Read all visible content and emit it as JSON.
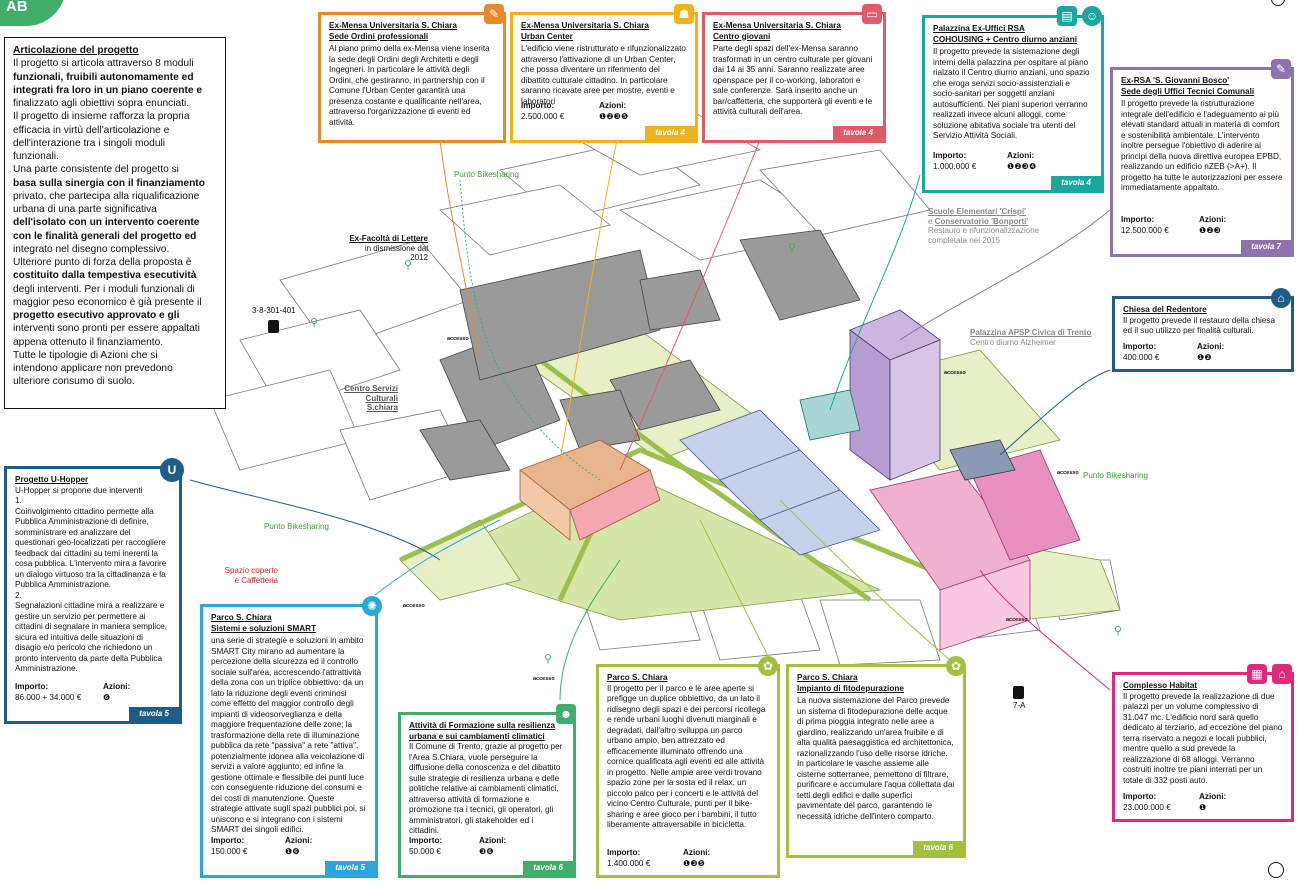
{
  "corner_tag": "AB",
  "intro": {
    "title": "Articolazione del progetto",
    "lines": [
      "Il progetto si articola attraverso 8 moduli",
      "funzionali, fruibili autonomamente ed",
      "integrati fra loro in un piano coerente e",
      "finalizzato agli obiettivi sopra enunciati.",
      "Il progetto di insieme rafforza la propria",
      "efficacia in virtù dell'articolazione e",
      "dell'interazione tra i singoli moduli",
      "funzionali.",
      "Una parte consistente del progetto si",
      "basa sulla sinergia con il finanziamento",
      "privato, che partecipa alla riqualificazione",
      "urbana di una parte significativa",
      "dell'isolato con un intervento coerente",
      "con le finalità generali del progetto ed",
      "integrato nel disegno complessivo.",
      "Ulteriore punto di forza della proposta è",
      "costituito dalla tempestiva esecutività",
      "degli interventi. Per i moduli funzionali di",
      "maggior peso economico è già presente il",
      "progetto esecutivo approvato e gli",
      "interventi sono pronti per essere appaltati",
      "appena ottenuto il finanziamento.",
      "Tutte le tipologie di Azioni che si",
      "intendono applicare non prevedono",
      "ulteriore consumo di suolo."
    ]
  },
  "boxes": {
    "mensa1": {
      "title": "Ex-Mensa Universitaria S. Chiara",
      "subtitle": "Sede Ordini professionali",
      "body": "Al piano primo della ex-Mensa viene inserita la sede degli Ordini degli Architetti e degli Ingegneri. In particolare le attività degli Ordini, che gestiranno, in partnership con il Comune l'Urban Center garantirà una presenza costante e qualificante nell'area, attraverso l'organizzazione di eventi ed attività."
    },
    "mensa2": {
      "title": "Ex-Mensa Universitaria S. Chiara",
      "subtitle": "Urban Center",
      "body": "L'edificio viene ristrutturato e rifunzionalizzato attraverso l'attivazione di un Urban Center, che possa diventare un riferimento del dibattito culturale cittadino. In particolare saranno ricavate aree per mostre, eventi e laboratori",
      "importo_label": "Importo:",
      "importo": "2.500.000 €",
      "azioni_label": "Azioni:",
      "azioni": "❶❷❸❺",
      "tavola": "tavola 4"
    },
    "mensa3": {
      "title": "Ex-Mensa Universitaria S. Chiara",
      "subtitle": "Centro giovani",
      "body": "Parte degli spazi dell'ex-Mensa saranno trasformati in un centro culturale per giovani dai 14 ai 35 anni. Saranno realizzate aree openspace per il co-working, laboratori e sale conferenze. Sarà inserito anche un bar/caffetteria, che supporterà gli eventi e le attività culturali dell'area.",
      "tavola": "tavola 4"
    },
    "rsa": {
      "title": "Palazzina Ex-Uffici RSA",
      "subtitle": "COHOUSING + Centro diurno anziani",
      "body": "Il progetto prevede la sistemazione degli interni della palazzina per ospitare al piano rialzato il Centro diurno anziani, uno spazio che eroga servizi socio-assistenziali e socio-sanitari per soggetti anziani autosufficienti. Nei piani superiori verranno realizzati invece alcuni alloggi, come soluzione abitativa sociale tra utenti del Servizio Attività Sociali.",
      "importo_label": "Importo:",
      "importo": "1.000.000 €",
      "azioni_label": "Azioni:",
      "azioni": "❶❷❸❹",
      "tavola": "tavola 4"
    },
    "bosco": {
      "title": "Ex-RSA 'S. Giovanni Bosco'",
      "subtitle": "Sede degli Uffici Tecnici Comunali",
      "body": "Il progetto prevede la ristrutturazione integrale dell'edificio e l'adeguamento ai più elevati standard attuali in materia di comfort e sostenibilità ambientale. L'intervento inoltre persegue l'obiettivo di aderire ai principi della nuova direttiva europea EPBD, realizzando un edificio nZEB (>A+). Il progetto ha tutte le autorizzazioni per essere immediatamente appaltato.",
      "importo_label": "Importo:",
      "importo": "12.500.000 €",
      "azioni_label": "Azioni:",
      "azioni": "❶❷❸",
      "tavola": "tavola 7"
    },
    "redentore": {
      "title": "Chiesa del Redentore",
      "body": "Il progetto prevede il restauro della chiesa ed il suo utilizzo per finalità culturali.",
      "importo_label": "Importo:",
      "importo": "400.000 €",
      "azioni_label": "Azioni:",
      "azioni": "❶❷"
    },
    "uhopper": {
      "title": "Progetto U-Hopper",
      "body_lines": [
        "U-Hopper si propone due interventi",
        "1.",
        "Coinvolgimento cittadino permette alla Pubblica Amministrazione di definire, somministrare ed analizzare dei questionari geo-localizzati per raccogliere feedback dai cittadini su temi inerenti la cosa pubblica. L'intervento mira a favorire un dialogo virtuoso tra la cittadinanza e la Pubblica Amministrazione.",
        "2.",
        "Segnalazioni cittadine mira a realizzare e gestire un servizio per permettere ai cittadini di segnalare in maniera semplice, sicura ed intuitiva delle situazioni di disagio e/o pericolo che richiedono un pronto intervento da parte della Pubblica Amministrazione."
      ],
      "importo_label": "Importo:",
      "importo": "86.000 + 34.000 €",
      "azioni_label": "Azioni:",
      "azioni": "❻",
      "tavola": "tavola 5"
    },
    "smart": {
      "title": "Parco S. Chiara",
      "subtitle": "Sistemi e soluzioni SMART",
      "body": "una serie di strategie e soluzioni in ambito SMART City mirano ad aumentare la percezione della sicurezza ed il controllo sociale sull'area, accrescendo l'attrattività della zona con un triplice obbiettivo: da un lato la riduzione degli eventi criminosi come effetto del maggior controllo degli impianti di videosorveglianza e della maggiore frequentazione delle zone; la trasformazione della rete di illuminazione pubblica da rete \"passiva\" a rete \"attiva\", potenzialmente idonea alla veicolazione di servizi a valore aggiunto; ed infine la gestione ottimale e flessibile dei punti luce con conseguente riduzione dei consumi e dei costi di manutenzione. Queste strategie attivate sugli spazi pubblici poi, si uniscono e si integrano con i sistemi SMART dei singoli edifici.",
      "importo_label": "Importo:",
      "importo": "150.000 €",
      "azioni_label": "Azioni:",
      "azioni": "❶❻",
      "tavola": "tavola 5"
    },
    "formazione": {
      "title": "Attività di Formazione sulla resilienza urbana e sui cambiamenti climatici",
      "body": "Il Comune di Trento, grazie al progetto per l'Area S.Chiara, vuole perseguire la diffusione della conoscenza e del dibattito sulle strategie di resilienza urbana e delle politiche relative ai cambiamenti climatici, attraverso attività di formazione e promozione tra i tecnici, gli operatori, gli amministratori, gli stakeholder ed i cittadini.",
      "importo_label": "Importo:",
      "importo": "50.000 €",
      "azioni_label": "Azioni:",
      "azioni": "❸❻",
      "tavola": "tavola 6"
    },
    "parco": {
      "title": "Parco S. Chiara",
      "body": "Il progetto per il parco e le aree aperte si prefigge un duplice obbiettivo, da un lato il ridisegno degli spazi e dei percorsi ricollega e rende urbani luoghi divenuti marginali e degradati, dall'altro sviluppa un parco urbano ampio, ben attrezzato ed efficacemente illuminato offrendo una cornice qualificata agli eventi ed alle attività in progetto. Nelle ampie aree verdi trovano spazio zone per la sosta ed il relax, un piccolo palco per i concerti e le attività del vicino Centro Culturale, punti per il bike-sharing e aree gioco per i bambini, il tutto liberamente attraversabile in bicicletta.",
      "importo_label": "Importo:",
      "importo": "1.400.000 €",
      "azioni_label": "Azioni:",
      "azioni": "❶❸❺"
    },
    "fito": {
      "title": "Parco S. Chiara",
      "subtitle": "Impianto di fitodepurazione",
      "body": "La nuova sistemazione del Parco prevede un sistema di fitodepurazione delle acque di prima pioggia integrato nelle aree a giardino, realizzando un'area fruibile e di alta qualità paesaggistica ed architettonica, razionalizzando l'uso delle risorse idriche. In particolare le vasche assieme alle cisterne sotterranee, pemettono di filtrare, purificare e accumulare l'aqua collettata dai tetti degli edifici e dalle superfici pavimentate del parco, garantendo le necessità idriche dell'intero comparto.",
      "tavola": "tavola 6"
    },
    "habitat": {
      "title": "Complesso Habitat",
      "body": "Il progetto prevede la realizzazione di due palazzi per un volume complessivo di 31.047 mc. L'edificio nord sarà quello dedicato al terziario, ad eccezione del piano terra riservato a negozi e locali pubblici, mentre quello a sud prevede la realizzazione di 68 alloggi. Verranno costruiti inoltre tre piani interrati per un totale di 332 posti auto.",
      "importo_label": "Importo:",
      "importo": "23.000.000 €",
      "azioni_label": "Azioni:",
      "azioni": "❶"
    }
  },
  "labels": {
    "ex_facolta": "Ex-Facoltà di Lettere",
    "ex_facolta_sub": "in dismissione dal 2012",
    "bike1": "Punto Bikesharing",
    "bike2": "Punto Bikesharing",
    "bike3": "Punto Bikesharing",
    "bus1": "3-8-301-401",
    "bus2": "7-A",
    "centro_servizi": "Centro Servizi Culturali S.chiara",
    "spazio_coperto": "Spazio coperto e Caffetteria",
    "scuole_line1": "Scuole Elementari 'Crispi'",
    "scuole_line2a": "e ",
    "scuole_line2b": "Conservatorio 'Bonporti'",
    "scuole_sub1": "Restauro e rifunzionalizzazione",
    "scuole_sub2": "completata nel 2015",
    "apsp": "Palazzina APSP Civica di Trento",
    "apsp_sub": "Centro diurno Alzheimer",
    "accesso": "accesso"
  },
  "colors": {
    "orange": "#e8892a",
    "yellow": "#f0b21a",
    "red": "#e05a6a",
    "teal": "#1aa7a0",
    "purple": "#8e72ad",
    "navy": "#1d5d86",
    "blue": "#2aa6dc",
    "green": "#3fae6a",
    "lime": "#a2c13a",
    "magenta": "#e0287c"
  }
}
